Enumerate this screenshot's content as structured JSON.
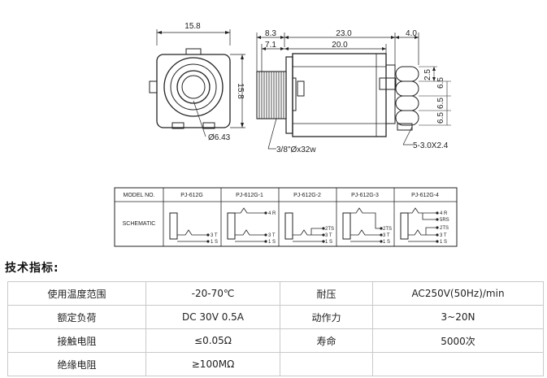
{
  "drawing": {
    "front_view": {
      "width_label": "15.8",
      "height_label": "15.8",
      "hole_label": "Ø6.43"
    },
    "side_view": {
      "top_labels": [
        "8.3",
        "23.0",
        "4.0"
      ],
      "second_labels": [
        "7.1",
        "20.0"
      ],
      "right_labels": [
        "2.5",
        "6.5",
        "6.5",
        "6.5"
      ],
      "pin_label": "5-3.0X2.4",
      "thread_label": "3/8\"Øx32w"
    }
  },
  "model_table": {
    "model_label": "MODEL NO.",
    "schematic_label": "SCHEMATIC",
    "models": [
      {
        "name": "PJ-612G",
        "pins": [
          "3 T",
          "1 S"
        ]
      },
      {
        "name": "PJ-612G-1",
        "pins": [
          "4 R",
          "3 T",
          "1 S"
        ]
      },
      {
        "name": "PJ-612G-2",
        "pins": [
          "2TS",
          "3 T",
          "1 S"
        ]
      },
      {
        "name": "PJ-612G-3",
        "pins": [
          "2TS",
          "3 T",
          "1 S"
        ]
      },
      {
        "name": "PJ-612G-4",
        "pins": [
          "4 R",
          "5RS",
          "2TS",
          "3 T",
          "1 S"
        ]
      }
    ]
  },
  "specs": {
    "heading": "技术指标:",
    "rows": [
      {
        "c1": "使用温度范围",
        "c2": "-20-70℃",
        "c3": "耐压",
        "c4": "AC250V(50Hz)/min"
      },
      {
        "c1": "额定负荷",
        "c2": "DC 30V 0.5A",
        "c3": "动作力",
        "c4": "3~20N"
      },
      {
        "c1": "接触电阻",
        "c2": "≤0.05Ω",
        "c3": "寿命",
        "c4": "5000次"
      },
      {
        "c1": "绝缘电阻",
        "c2": "≥100MΩ",
        "c3": "",
        "c4": ""
      }
    ]
  }
}
